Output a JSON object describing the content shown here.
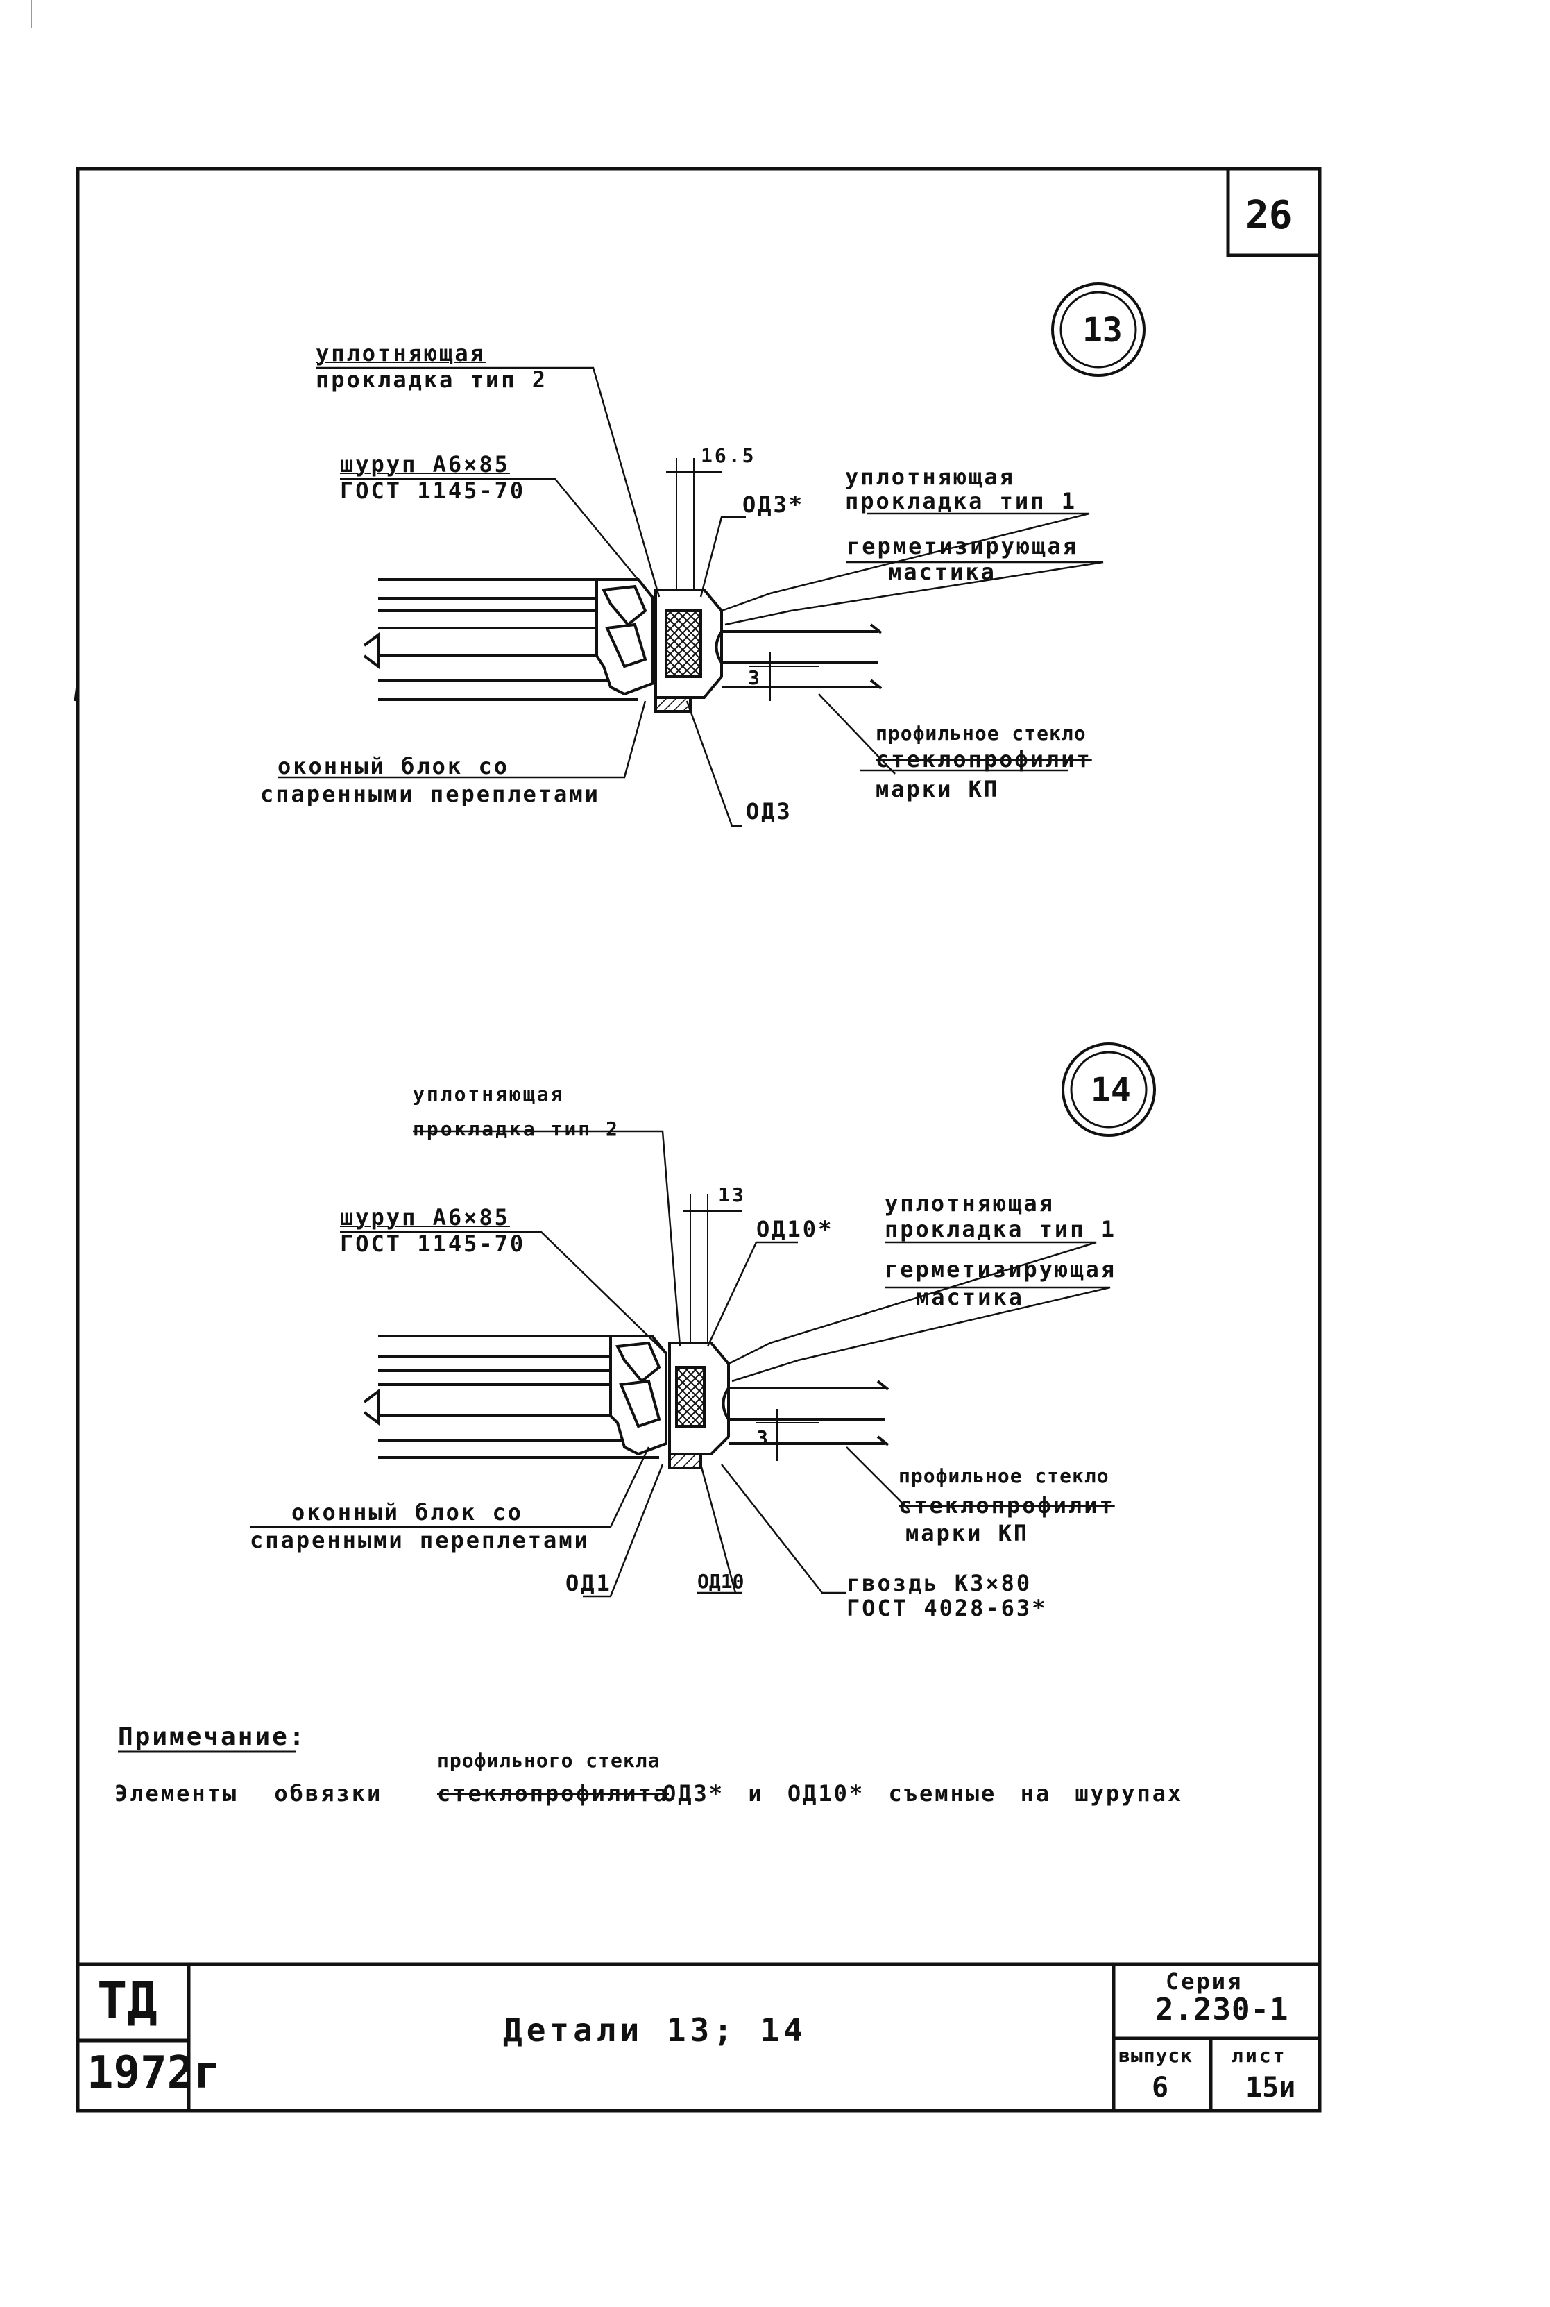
{
  "sheet": {
    "number": "26",
    "note_title": "Примечание:",
    "note_text_a": "Элементы обвязки",
    "note_strike": "стеклопрофилита",
    "note_correction": "профильного стекла",
    "note_text_b": "ОД3* и ОД10* съемные на шурупах"
  },
  "detail13": {
    "marker": "13",
    "gasket2_line1": "уплотняющая",
    "gasket2_line2": "прокладка тип 2",
    "screw_line1": "шуруп А6×85",
    "screw_line2": "ГОСТ 1145-70",
    "dim": "16.5",
    "od3star": "ОД3*",
    "gasket1_line1": "уплотняющая",
    "gasket1_line2": "прокладка тип 1",
    "sealant_line1": "герметизирующая",
    "sealant_line2": "мастика",
    "dim_small": "3",
    "window_line1": "оконный блок со",
    "window_line2": "спаренными переплетами",
    "od3": "ОД3",
    "glass_correction": "профильное стекло",
    "glass_strike": "стеклопрофилит",
    "glass_line2": "марки КП"
  },
  "detail14": {
    "marker": "14",
    "gasket2_line1": "уплотняющая",
    "gasket2_line2": "прокладка тип 2",
    "screw_line1": "шуруп А6×85",
    "screw_line2": "ГОСТ 1145-70",
    "dim": "13",
    "od10star": "ОД10*",
    "gasket1_line1": "уплотняющая",
    "gasket1_line2": "прокладка тип 1",
    "sealant_line1": "герметизирующая",
    "sealant_line2": "мастика",
    "dim_small": "3",
    "window_line1": "оконный блок со",
    "window_line2": "спаренными переплетами",
    "od1": "ОД1",
    "od10": "ОД10",
    "nail_line1": "гвоздь К3×80",
    "nail_line2": "ГОСТ 4028-63*",
    "glass_correction": "профильное стекло",
    "glass_strike": "стеклопрофилит",
    "glass_line2": "марки КП"
  },
  "title_block": {
    "org": "ТД",
    "year": "1972г",
    "title": "Детали 13; 14",
    "series_label": "Серия",
    "series_value": "2.230-1",
    "issue_label": "выпуск",
    "issue_value": "6",
    "sheet_label": "лист",
    "sheet_value": "15и"
  }
}
